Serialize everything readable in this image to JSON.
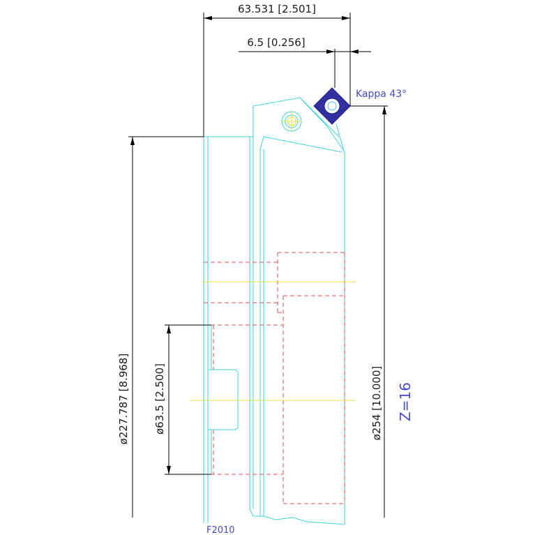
{
  "dimensions": {
    "overall_width": "63.531 [2.501]",
    "offset": "6.5 [0.256]",
    "diameter_cut": "ø227.787 [8.968]",
    "diameter_bore": "ø63.5 [2.500]",
    "diameter_outer": "ø254 [10.000]"
  },
  "annotations": {
    "kappa": "Kappa 43°",
    "teeth": "Z=16",
    "model": "F2010"
  },
  "colors": {
    "dimension": "#000000",
    "outline": "#3fd3dc",
    "hidden": "#e05050",
    "centerline": "#e8e040",
    "insert": "#3030a0",
    "label": "#4a4ad0"
  }
}
